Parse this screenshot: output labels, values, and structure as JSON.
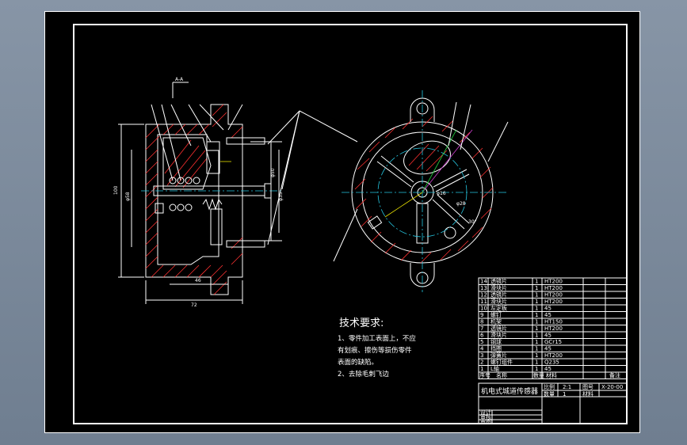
{
  "requirements": {
    "title": "技术要求:",
    "line1": "1、零件加工表面上，不应",
    "line2": "有划痕、擦伤等损伤零件",
    "line3": "表面的缺陷。",
    "line4": "2、去除毛刺飞边"
  },
  "title_block": {
    "drawing_name": "机电式城道传感器",
    "scale_label": "比例",
    "scale_value": "2:1",
    "sheet_label": "图号",
    "drawing_no": "X-20-00",
    "count_label": "数量",
    "count_value": "1",
    "weight_label": "材料",
    "designer": "设计",
    "checker": "审核",
    "approver": "审图"
  },
  "bom_rows": [
    {
      "no": "14",
      "name": "透镜片",
      "qty": "1",
      "mat": "HT200"
    },
    {
      "no": "13",
      "name": "滑块片",
      "qty": "1",
      "mat": "HT200"
    },
    {
      "no": "12",
      "name": "透镜片",
      "qty": "1",
      "mat": "HT200"
    },
    {
      "no": "11",
      "name": "滑块片",
      "qty": "1",
      "mat": "HT200"
    },
    {
      "no": "10",
      "name": "左定板",
      "qty": "1",
      "mat": "45"
    },
    {
      "no": "9",
      "name": "螺钉",
      "qty": "1",
      "mat": "45"
    },
    {
      "no": "8",
      "name": "机架",
      "qty": "1",
      "mat": "HT150"
    },
    {
      "no": "7",
      "name": "透镜片",
      "qty": "1",
      "mat": "HT200"
    },
    {
      "no": "6",
      "name": "滑块片",
      "qty": "1",
      "mat": "45"
    },
    {
      "no": "5",
      "name": "钢球",
      "qty": "1",
      "mat": "GCr15"
    },
    {
      "no": "4",
      "name": "挡圈",
      "qty": "1",
      "mat": "45"
    },
    {
      "no": "3",
      "name": "弹簧片",
      "qty": "1",
      "mat": "HT200"
    },
    {
      "no": "2",
      "name": "螺钉组件",
      "qty": "1",
      "mat": "Q235"
    },
    {
      "no": "1",
      "name": "L轴",
      "qty": "1",
      "mat": "45"
    }
  ],
  "bom_header": {
    "no": "序号",
    "name": "名称",
    "qty": "数量",
    "mat": "材料",
    "note": "备注"
  },
  "dims": {
    "d1": "φ50",
    "d2": "φ35",
    "d3": "46",
    "d4": "φ28",
    "d5": "φ16",
    "d6": "72",
    "d7": "φ58",
    "d8": "100",
    "section": "A-A",
    "angle": "30°"
  },
  "colors": {
    "sheet": "#000000",
    "line": "#ffffff",
    "hatch": "#ff3030",
    "center": "#25c6e0"
  }
}
